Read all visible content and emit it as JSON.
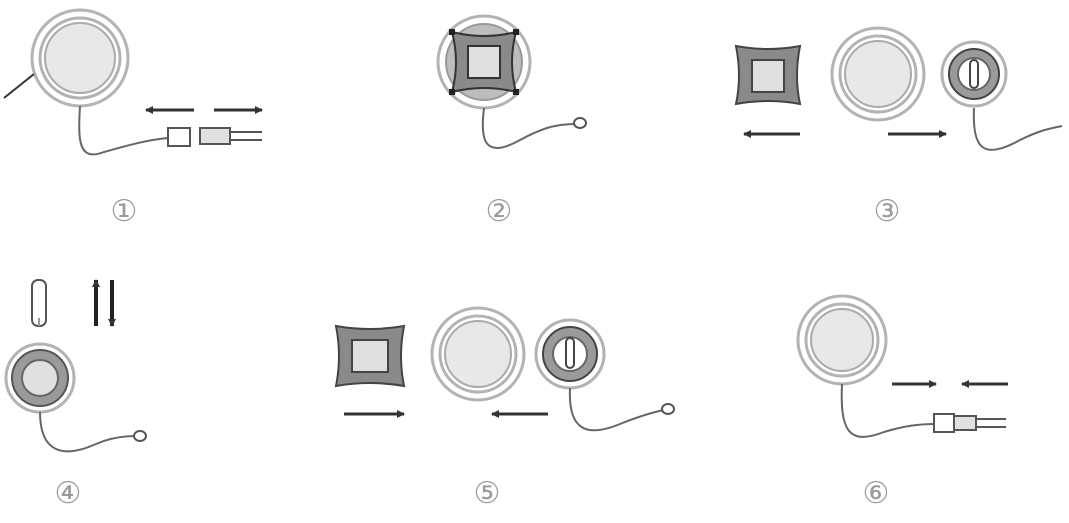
{
  "steps": [
    {
      "label": "①"
    },
    {
      "label": "②"
    },
    {
      "label": "③"
    },
    {
      "label": "④"
    },
    {
      "label": "⑤"
    },
    {
      "label": "⑥"
    }
  ],
  "colors": {
    "ink": "#333333",
    "ring": "#b3b3b3",
    "light_fill": "#e8e8e8",
    "dark_fill": "#8a8a8a",
    "pad_fill": "#9a9a9a"
  },
  "icons": [
    "lamp-ring-icon",
    "bulb-icon",
    "square-frame-icon",
    "plug-icon",
    "arrow-icon",
    "tube-icon"
  ]
}
